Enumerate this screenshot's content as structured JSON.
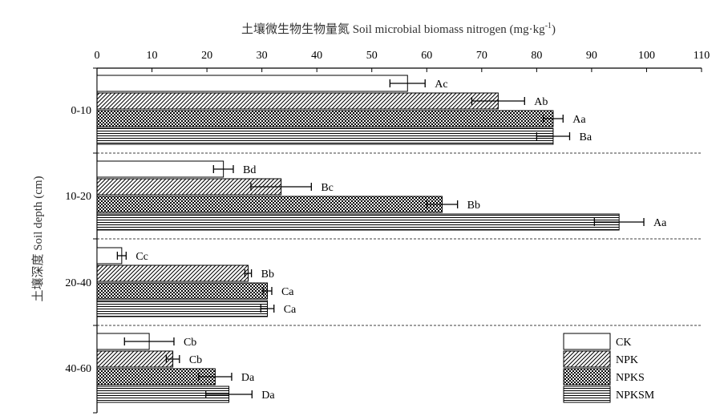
{
  "chart_data": {
    "type": "bar",
    "orientation": "horizontal",
    "title": "土壤微生物生物量氮 Soil microbial biomass nitrogen (mg·kg",
    "title_sup": "-1",
    "title_close": ")",
    "ylabel": "土壤深度 Soil depth (cm)",
    "xlim": [
      0,
      110
    ],
    "xticks": [
      "0",
      "10",
      "20",
      "30",
      "40",
      "50",
      "60",
      "70",
      "80",
      "90",
      "100",
      "110"
    ],
    "categories": [
      "0-10",
      "10-20",
      "20-40",
      "40-60"
    ],
    "series": [
      {
        "name": "CK",
        "pattern": "blank",
        "values": [
          56.5,
          23,
          4.5,
          9.5
        ],
        "errors": [
          3.2,
          1.8,
          0.8,
          4.5
        ],
        "labels": [
          "Ac",
          "Bd",
          "Cc",
          "Cb"
        ]
      },
      {
        "name": "NPK",
        "pattern": "diagonal",
        "values": [
          73,
          33.5,
          27.5,
          13.8
        ],
        "errors": [
          4.8,
          5.5,
          0.6,
          1.2
        ],
        "labels": [
          "Ab",
          "Bc",
          "Bb",
          "Cb"
        ]
      },
      {
        "name": "NPKS",
        "pattern": "crosshatch",
        "values": [
          83,
          62.8,
          31,
          21.5
        ],
        "errors": [
          1.8,
          2.8,
          0.8,
          3.0
        ],
        "labels": [
          "Aa",
          "Bb",
          "Ca",
          "Da"
        ]
      },
      {
        "name": "NPKSM",
        "pattern": "horizontal",
        "values": [
          83,
          95,
          31,
          24
        ],
        "errors": [
          3.0,
          4.5,
          1.2,
          4.2
        ],
        "labels": [
          "Ba",
          "Aa",
          "Ca",
          "Da"
        ]
      }
    ],
    "legend_position": "bottom-right",
    "grid": false
  }
}
